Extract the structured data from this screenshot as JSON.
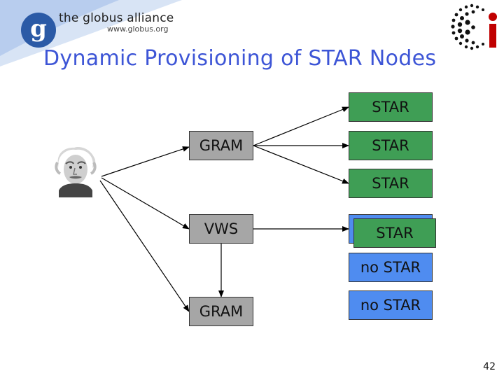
{
  "header": {
    "logo_text": "the globus alliance",
    "logo_url": "www.globus.org",
    "g_letter": "g",
    "title": "Dynamic Provisioning of STAR Nodes"
  },
  "person_icon": "einstein-portrait",
  "nodes": {
    "gram_top": "GRAM",
    "vws": "VWS",
    "gram_bottom": "GRAM",
    "star_1": "STAR",
    "star_2": "STAR",
    "star_3": "STAR",
    "star_4": "STAR",
    "no_star_1": "no STAR",
    "no_star_2": "no STAR"
  },
  "colors": {
    "title": "#3d55d6",
    "gray_box": "#a6a6a6",
    "star_green": "#3f9e55",
    "provision_blue": "#4f8cf0"
  },
  "page_number": "42"
}
